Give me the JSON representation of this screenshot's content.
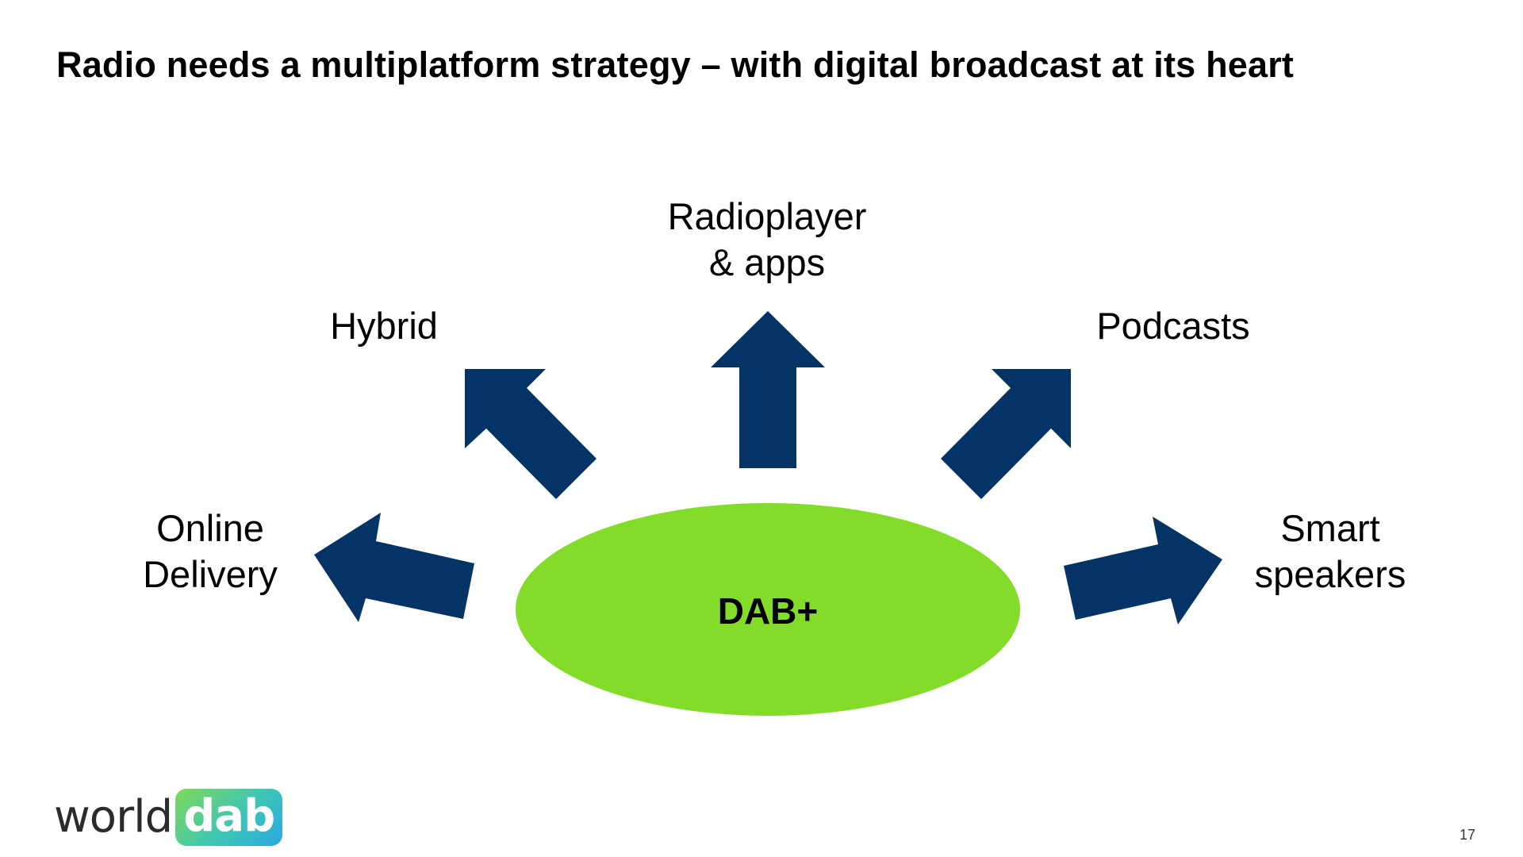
{
  "title": "Radio needs a multiplatform strategy – with digital broadcast at its heart",
  "diagram": {
    "center": {
      "label": "DAB+",
      "color": "#84dc2a"
    },
    "arrow_color": "#043365",
    "nodes": [
      {
        "id": "radioplayer",
        "lines": [
          "Radioplayer",
          "& apps"
        ]
      },
      {
        "id": "hybrid",
        "lines": [
          "Hybrid"
        ]
      },
      {
        "id": "podcasts",
        "lines": [
          "Podcasts"
        ]
      },
      {
        "id": "online",
        "lines": [
          "Online",
          "Delivery"
        ]
      },
      {
        "id": "smart",
        "lines": [
          "Smart",
          "speakers"
        ]
      }
    ]
  },
  "logo": {
    "word": "world",
    "badge": "dab"
  },
  "page_number": "17"
}
